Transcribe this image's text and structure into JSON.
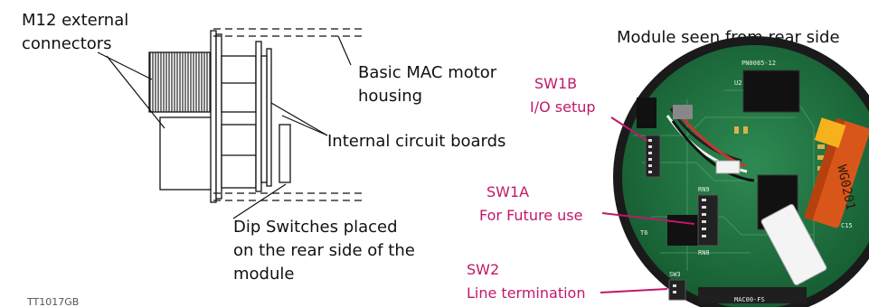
{
  "labels": {
    "connectors_line1": "M12 external",
    "connectors_line2": "connectors",
    "housing_line1": "Basic MAC motor",
    "housing_line2": "housing",
    "boards": "Internal circuit boards",
    "dip_line1": "Dip Switches placed",
    "dip_line2": "on the rear side of the",
    "dip_line3": "module",
    "rear_title": "Module seen from rear side",
    "figure_code": "TT1017GB"
  },
  "switches": {
    "sw1b_name": "SW1B",
    "sw1b_desc": "I/O setup",
    "sw1a_name": "SW1A",
    "sw1a_desc": "For Future use",
    "sw2_name": "SW2",
    "sw2_desc": "Line termination"
  },
  "pcb_text": {
    "chip_label": "WG0201",
    "board_code": "PN0085-12",
    "ref_rn9": "RN9",
    "ref_rn8": "RN8",
    "ref_t6": "T6",
    "ref_u2": "U2",
    "ref_sw3": "SW3",
    "ref_c15": "C15",
    "bottom_code": "MAC00-FS"
  },
  "colors": {
    "accent": "#c0186a",
    "pcb_green": "#1f6b3c",
    "chip_orange": "#d9561a"
  }
}
